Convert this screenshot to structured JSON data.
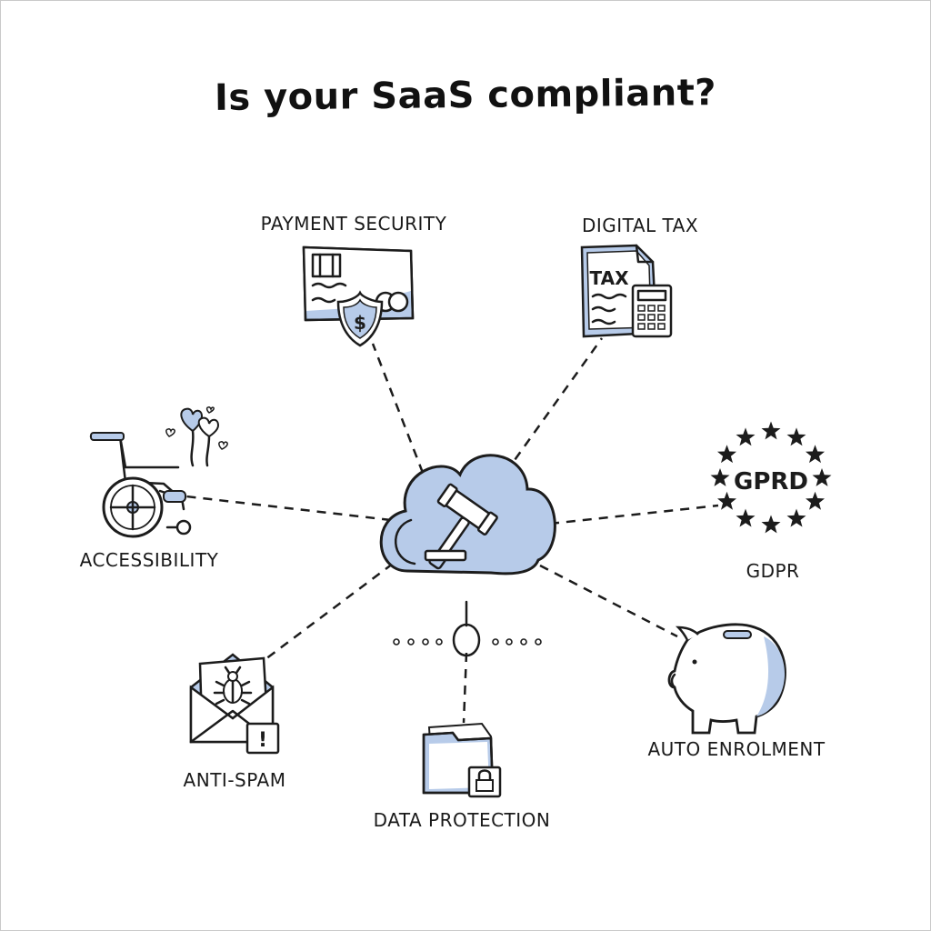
{
  "title": "Is your SaaS compliant?",
  "colors": {
    "accent": "#b7cbe9",
    "ink": "#1c1c1c",
    "background": "#ffffff"
  },
  "center": {
    "icon": "cloud-gavel-icon"
  },
  "nodes": [
    {
      "id": "payment-security",
      "label": "PAYMENT SECURITY",
      "icon": "credit-card-shield-icon"
    },
    {
      "id": "digital-tax",
      "label": "DIGITAL  TAX",
      "icon": "tax-document-calculator-icon",
      "badge": "TAX"
    },
    {
      "id": "accessibility",
      "label": "ACCESSIBILITY",
      "icon": "wheelchair-balloons-icon"
    },
    {
      "id": "gdpr",
      "label": "GDPR",
      "icon": "eu-stars-icon",
      "badge": "GPRD"
    },
    {
      "id": "anti-spam",
      "label": "ANTI-SPAM",
      "icon": "envelope-bug-icon",
      "badge": "!"
    },
    {
      "id": "data-protection",
      "label": "DATA PROTECTION",
      "icon": "folder-lock-icon"
    },
    {
      "id": "auto-enrolment",
      "label": "AUTO ENROLMENT",
      "icon": "piggy-bank-icon"
    }
  ]
}
